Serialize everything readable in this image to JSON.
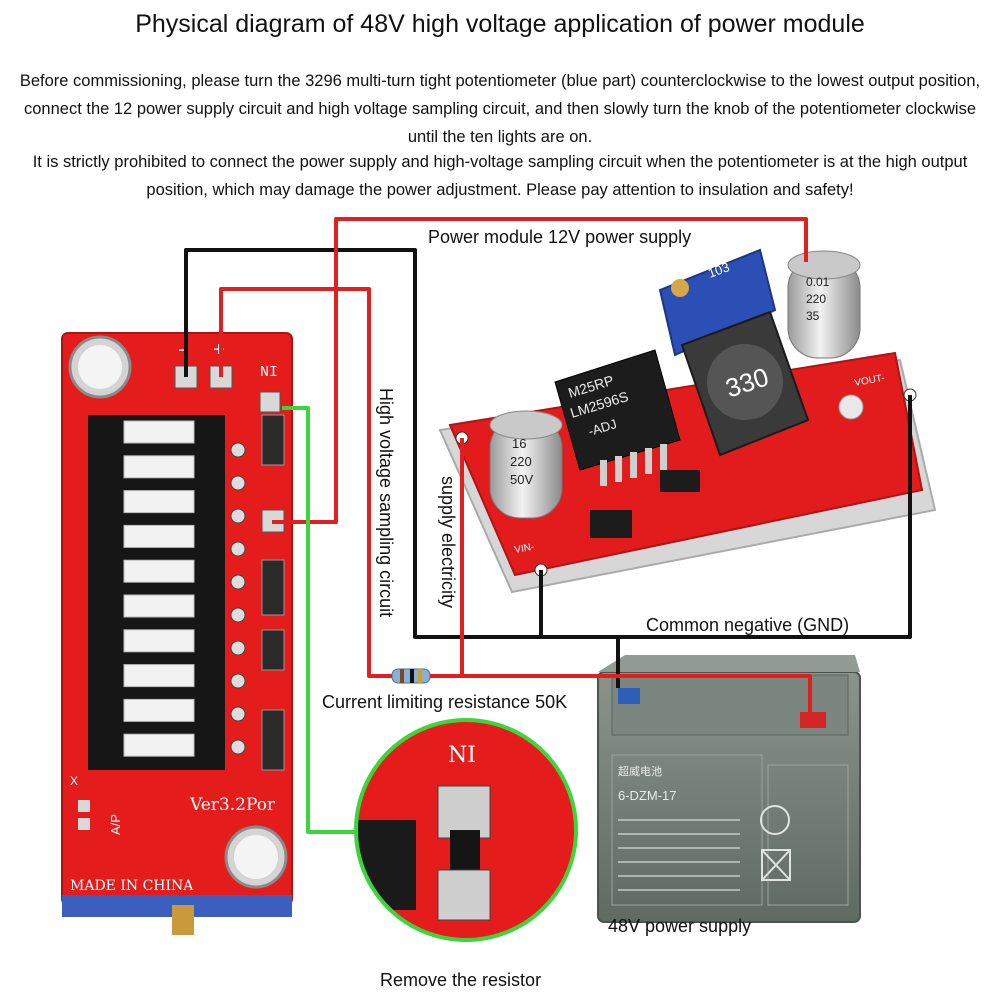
{
  "title": "Physical diagram of 48V high voltage application of power module",
  "intro_p1": "Before commissioning, please turn the 3296 multi-turn tight potentiometer (blue part) counterclockwise to the lowest output position, connect the 12 power supply circuit and high voltage sampling circuit, and then slowly turn the knob of the potentiometer clockwise until the ten lights are on.",
  "intro_p2": "It is strictly prohibited to connect the power supply and high-voltage sampling circuit when the potentiometer is at the high output position, which may damage the power adjustment. Please pay attention to insulation and safety!",
  "labels": {
    "power_supply": "Power module 12V power supply",
    "sampling": "High voltage sampling circuit",
    "supply_elec": "supply electricity",
    "gnd": "Common negative (GND)",
    "resistor": "Current limiting resistance 50K",
    "battery": "48V power supply",
    "remove": "Remove the resistor"
  },
  "board": {
    "pin_minus": "−",
    "pin_plus": "+",
    "pin_ni": "NI",
    "version": "Ver3.2Por",
    "made_in": "MADE IN CHINA",
    "ap": "A/P",
    "x": "X"
  },
  "module": {
    "inductor": "330",
    "chip_line1": "M25RP",
    "chip_line2": "LM2596S",
    "chip_line3": "-ADJ",
    "cap_left_1": "16",
    "cap_left_2": "220",
    "cap_left_3": "50V",
    "cap_right_1": "0.01",
    "cap_right_2": "220",
    "cap_right_3": "35",
    "pot_label": "103",
    "vout": "VOUT-",
    "vin": "VIN-"
  },
  "battery_label": {
    "brand": "超威电池",
    "model": "6-DZM-17"
  },
  "zoom_label": "NI",
  "colors": {
    "wire_red": "#e02020",
    "wire_black": "#111111",
    "wire_green": "#3cd63c",
    "pcb_red": "#e41c1c",
    "battery_gray": "#6f7a73",
    "pot_blue": "#2b4fb5"
  }
}
